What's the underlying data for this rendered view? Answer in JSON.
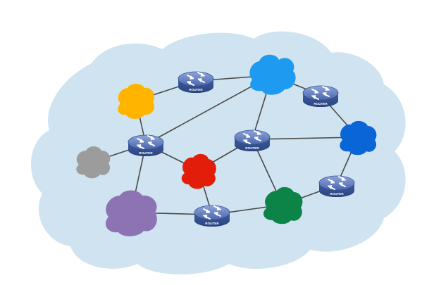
{
  "diagram": {
    "background_cloud_color": "#cfe4f0",
    "router_label": "ROUTER",
    "router_color": "#4a68ad",
    "link_color": "#4a4a4a",
    "routers": [
      {
        "id": "r-top"
      },
      {
        "id": "r-right-upper"
      },
      {
        "id": "r-left"
      },
      {
        "id": "r-center"
      },
      {
        "id": "r-right-lower"
      },
      {
        "id": "r-bottom"
      }
    ],
    "clouds": [
      {
        "id": "cloud-light-blue",
        "color": "#1e9bf0"
      },
      {
        "id": "cloud-yellow",
        "color": "#ffb400"
      },
      {
        "id": "cloud-dark-blue",
        "color": "#0a66d6"
      },
      {
        "id": "cloud-gray",
        "color": "#9c9c9c"
      },
      {
        "id": "cloud-red",
        "color": "#e21e0b"
      },
      {
        "id": "cloud-purple",
        "color": "#8d73b4"
      },
      {
        "id": "cloud-green",
        "color": "#0c8447"
      }
    ],
    "links": [
      [
        "cloud-yellow",
        "r-top"
      ],
      [
        "r-top",
        "cloud-light-blue"
      ],
      [
        "cloud-light-blue",
        "r-right-upper"
      ],
      [
        "r-right-upper",
        "cloud-dark-blue"
      ],
      [
        "cloud-dark-blue",
        "r-right-lower"
      ],
      [
        "r-right-lower",
        "cloud-green"
      ],
      [
        "cloud-green",
        "r-bottom"
      ],
      [
        "r-bottom",
        "cloud-purple"
      ],
      [
        "cloud-purple",
        "r-left"
      ],
      [
        "r-left",
        "cloud-gray"
      ],
      [
        "r-left",
        "cloud-yellow"
      ],
      [
        "r-left",
        "cloud-light-blue"
      ],
      [
        "r-left",
        "cloud-red"
      ],
      [
        "cloud-red",
        "r-center"
      ],
      [
        "cloud-red",
        "r-bottom"
      ],
      [
        "r-center",
        "cloud-light-blue"
      ],
      [
        "r-center",
        "cloud-dark-blue"
      ],
      [
        "r-center",
        "cloud-green"
      ]
    ]
  }
}
